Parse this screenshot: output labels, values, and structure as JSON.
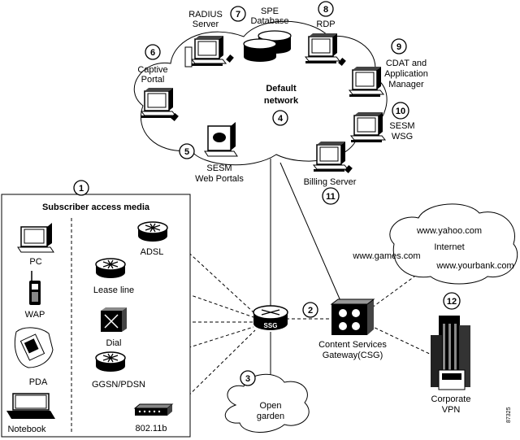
{
  "network": {
    "label_line1": "Default",
    "label_line2": "network",
    "number": "4"
  },
  "nodes": {
    "radius": {
      "line1": "RADIUS",
      "line2": "Server",
      "number": "7"
    },
    "spe": {
      "line1": "SPE",
      "line2": "Database"
    },
    "rdp": {
      "label": "RDP",
      "number": "8"
    },
    "captive": {
      "line1": "Captive",
      "line2": "Portal",
      "number": "6"
    },
    "cdat": {
      "line1": "CDAT and",
      "line2": "Application",
      "line3": "Manager",
      "number": "9"
    },
    "sesm_wsg": {
      "line1": "SESM",
      "line2": "WSG",
      "number": "10"
    },
    "sesm_web": {
      "line1": "SESM",
      "line2": "Web Portals",
      "number": "5"
    },
    "billing": {
      "label": "Billing Server",
      "number": "11"
    },
    "ssg": {
      "label": "SSG",
      "number": "2"
    },
    "csg": {
      "line1": "Content Services",
      "line2": "Gateway(CSG)"
    },
    "open_garden": {
      "line1": "Open",
      "line2": "garden",
      "number": "3"
    },
    "internet": {
      "title": "Internet",
      "site1": "www.yahoo.com",
      "site2": "www.games.com",
      "site3": "www.yourbank.com"
    },
    "corporate": {
      "line1": "Corporate",
      "line2": "VPN",
      "number": "12"
    }
  },
  "subscriber": {
    "title": "Subscriber access media",
    "number": "1",
    "devices": {
      "pc": "PC",
      "wap": "WAP",
      "pda": "PDA",
      "notebook": "Notebook"
    },
    "media": {
      "adsl": "ADSL",
      "lease": "Lease line",
      "dial": "Dial",
      "ggsn": "GGSN/PDSN",
      "wifi": "802.11b"
    }
  },
  "figure_id": "87325"
}
